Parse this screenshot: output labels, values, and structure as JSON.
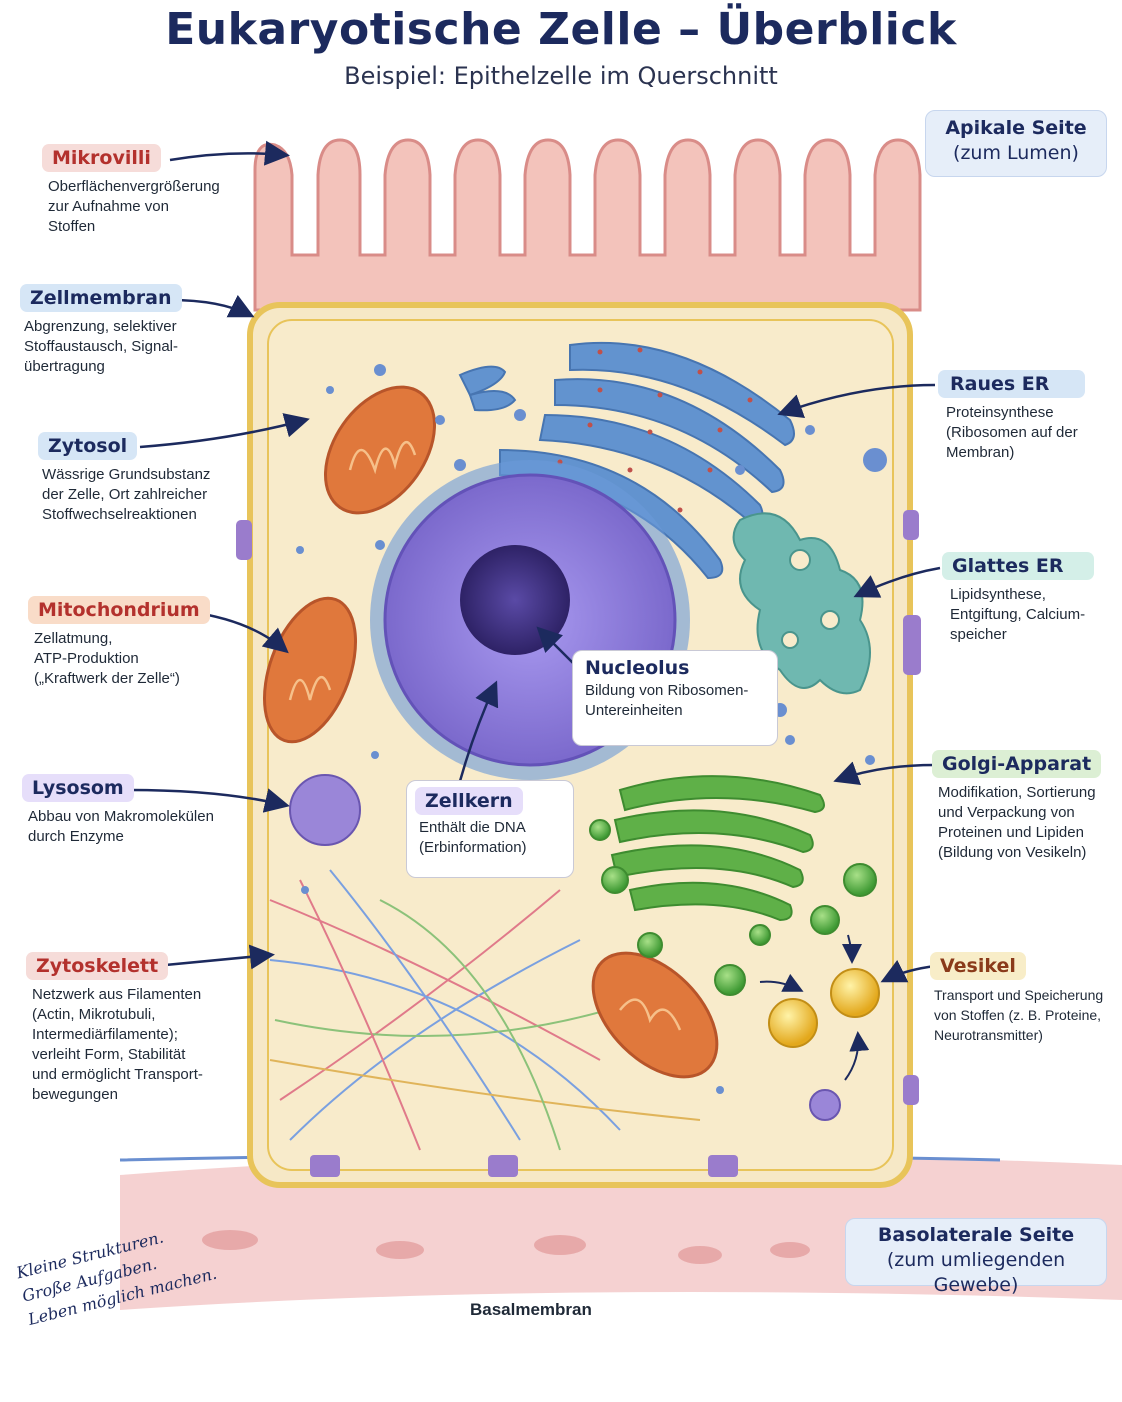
{
  "title": "Eukaryotische Zelle – Überblick",
  "subtitle": "Beispiel: Epithelzelle im Querschnitt",
  "sides": {
    "apical_title": "Apikale Seite",
    "apical_sub": "(zum Lumen)",
    "basolateral_title": "Basolaterale Seite",
    "basolateral_sub": "(zum umliegenden Gewebe)"
  },
  "basalmembran": "Basalmembran",
  "handwriting": "Kleine Strukturen.\nGroße Aufgaben.\nLeben möglich machen.",
  "labels": {
    "mikrovilli": {
      "name": "Mikrovilli",
      "desc": "Oberflächenvergrößerung\nzur Aufnahme von\nStoffen",
      "color": "#f6dcd9"
    },
    "zellmembran": {
      "name": "Zellmembran",
      "desc": "Abgrenzung, selektiver\nStoffaustausch, Signal-\nübertragung",
      "color": "#d6e6f6"
    },
    "zytosol": {
      "name": "Zytosol",
      "desc": "Wässrige Grundsubstanz\nder Zelle, Ort zahlreicher\nStoffwechselreaktionen",
      "color": "#d6e6f6"
    },
    "mitochondrium": {
      "name": "Mitochondrium",
      "desc": "Zellatmung,\nATP-Produktion\n(„Kraftwerk der Zelle“)",
      "color": "#f9dcc8"
    },
    "lysosom": {
      "name": "Lysosom",
      "desc": "Abbau von Makromolekülen\ndurch Enzyme",
      "color": "#e6defa"
    },
    "zytoskelett": {
      "name": "Zytoskelett",
      "desc": "Netzwerk aus Filamenten\n(Actin, Mikrotubuli,\nIntermediärfilamente);\nverleiht Form, Stabilität\nund ermöglicht Transport-\nbewegungen",
      "color": "#f6dcd9"
    },
    "raues_er": {
      "name": "Raues ER",
      "desc": "Proteinsynthese\n(Ribosomen auf der\nMembran)",
      "color": "#d6e6f6"
    },
    "glattes_er": {
      "name": "Glattes ER",
      "desc": "Lipidsynthese,\nEntgiftung, Calcium-\nspeicher",
      "color": "#d4efe8"
    },
    "golgi": {
      "name": "Golgi-Apparat",
      "desc": "Modifikation, Sortierung\nund Verpackung von\nProteinen und Lipiden\n(Bildung von Vesikeln)",
      "color": "#dcefd4"
    },
    "vesikel": {
      "name": "Vesikel",
      "desc": "Transport und Speicherung\nvon Stoffen (z. B. Proteine,\nNeurotransmitter)",
      "color": "#f8edc8"
    },
    "nucleolus": {
      "name": "Nucleolus",
      "desc": "Bildung von Ribosomen-\nUntereinheiten"
    },
    "zellkern": {
      "name": "Zellkern",
      "desc": "Enthält die DNA\n(Erbinformation)",
      "color": "#e6defa"
    }
  },
  "colors": {
    "cytosol": "#f6e8c6",
    "membrane": "#e8c45a",
    "mitochondrion": "#e0783c",
    "nucleus": "#8a78d8",
    "nucleolus": "#3e2f7a",
    "rough_er": "#5b8fd0",
    "smooth_er": "#6fb8b0",
    "golgi": "#5fb048",
    "vesicle": "#f0c232",
    "microvilli": "#f3c3bb",
    "basal_tissue": "#f3c9c9"
  }
}
